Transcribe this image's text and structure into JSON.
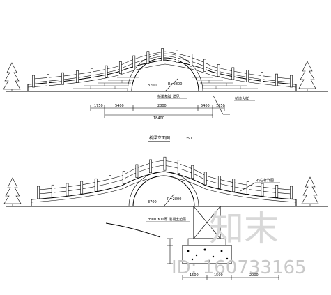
{
  "upper_drawing": {
    "dimensions": [
      "1750",
      "5400",
      "2800",
      "5400",
      "1750"
    ],
    "total_dimension": "18400",
    "arch_labels": [
      "R=2800",
      "3700"
    ],
    "callout_right": "桥墩大样",
    "base_label": "桥墩基础 详见",
    "title": "桥梁立面图",
    "scale": "1:50"
  },
  "lower_drawing": {
    "callout_right": "石栏杆详图",
    "section_labels": [
      "m=0.3",
      "100厚 混凝土垫层"
    ],
    "arch_labels": [
      "R=2800",
      "3700"
    ],
    "dimensions": [
      "1500",
      "1500",
      "2000"
    ]
  },
  "watermark": {
    "logo_text": "知末",
    "id_text": "ID: 160733165"
  }
}
